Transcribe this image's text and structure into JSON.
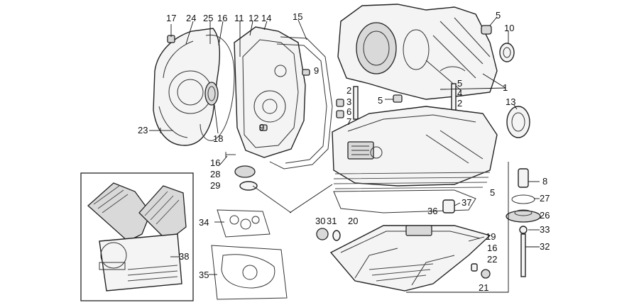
{
  "labels": {
    "l1": "1",
    "l2a": "2",
    "l2b": "2",
    "l3": "3",
    "l4": "4",
    "l5a": "5",
    "l5b": "5",
    "l5c": "5",
    "l5d": "5",
    "l6": "6",
    "l7": "7",
    "l8": "8",
    "l9a": "9",
    "l9b": "9",
    "l10": "10",
    "l11": "11",
    "l12": "12",
    "l13": "13",
    "l14": "14",
    "l15": "15",
    "l16a": "16",
    "l16b": "16",
    "l16c": "16",
    "l17": "17",
    "l18": "18",
    "l19": "19",
    "l20": "20",
    "l21": "21",
    "l22": "22",
    "l23": "23",
    "l24": "24",
    "l25": "25",
    "l26": "26",
    "l27": "27",
    "l28": "28",
    "l29": "29",
    "l30": "30",
    "l31": "31",
    "l32": "32",
    "l33": "33",
    "l34": "34",
    "l35": "35",
    "l36": "36",
    "l37": "37",
    "l38": "38"
  }
}
